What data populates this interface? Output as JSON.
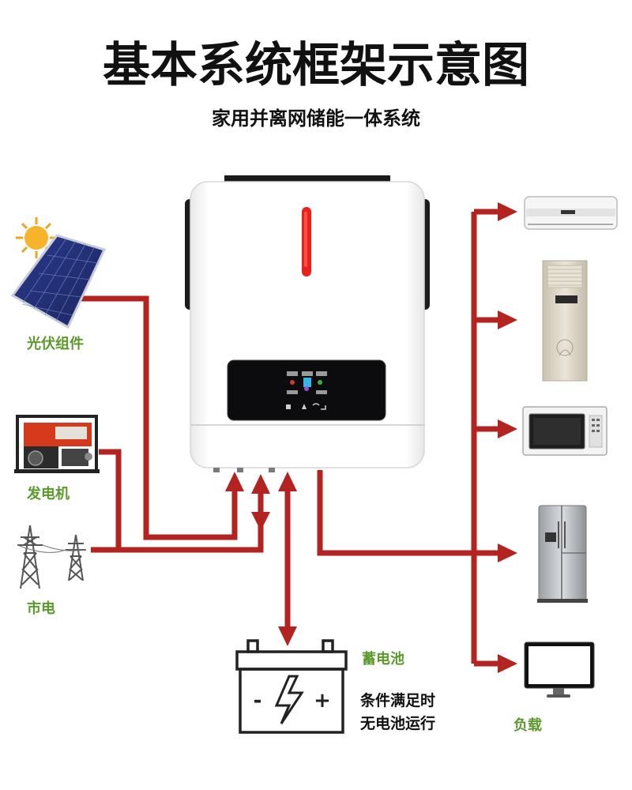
{
  "header": {
    "title": "基本系统框架示意图",
    "subtitle": "家用并离网储能一体系统"
  },
  "sources": {
    "pv": "光伏组件",
    "generator": "发电机",
    "grid": "市电"
  },
  "battery": {
    "label": "蓄电池",
    "minus": "-",
    "plus": "+",
    "note_line1": "条件满足时",
    "note_line2": "无电池运行"
  },
  "loads": {
    "label": "负载"
  },
  "colors": {
    "arrow": "#b3231f",
    "label_green": "#5a9a2a",
    "inverter_led": "#e8211d"
  }
}
